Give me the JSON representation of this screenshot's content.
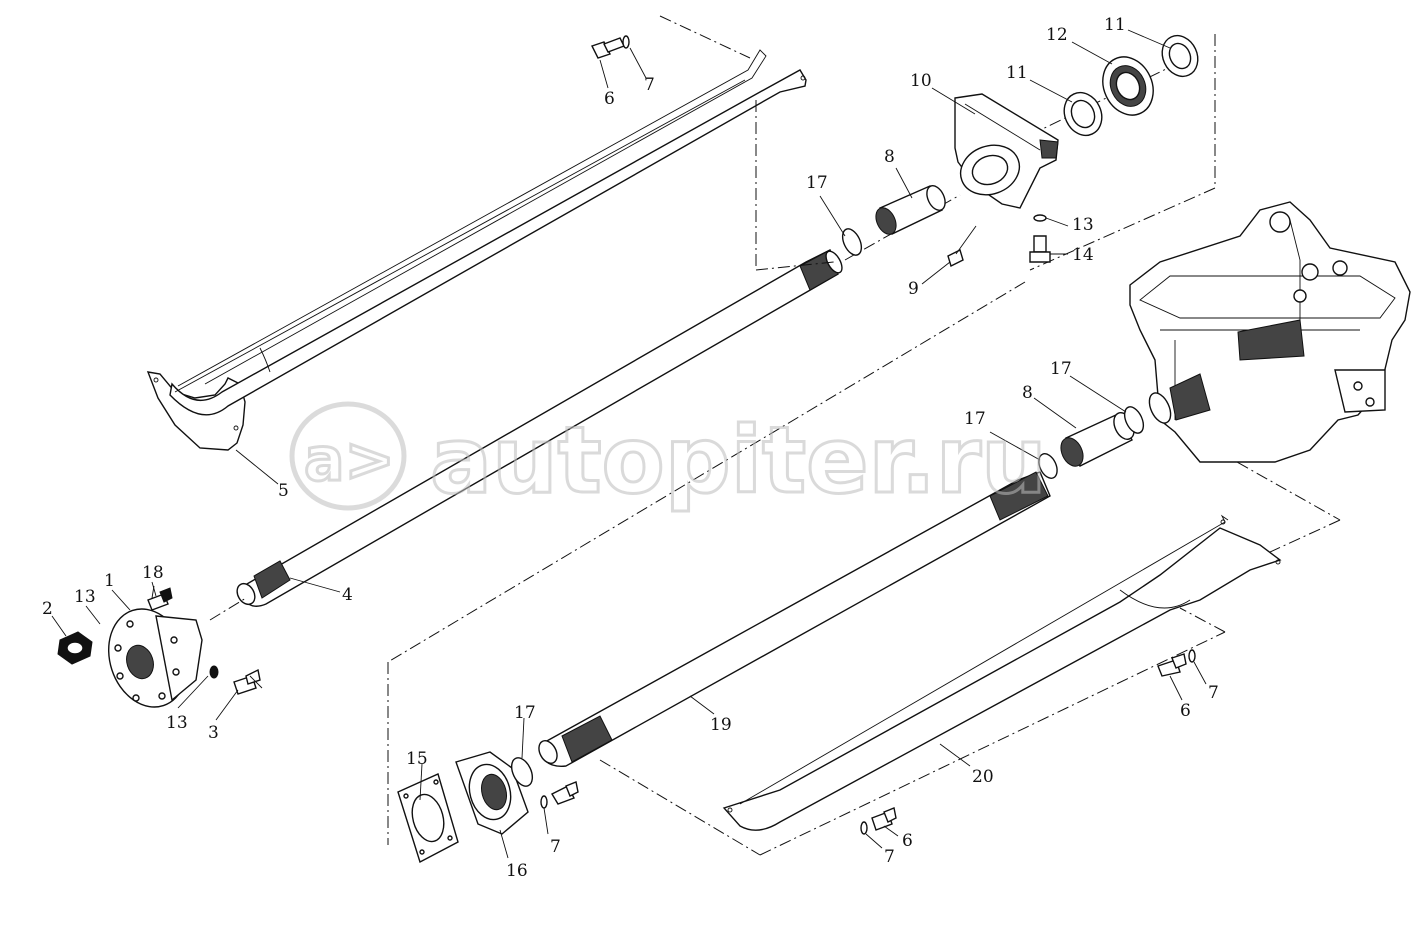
{
  "diagram": {
    "callouts": [
      {
        "id": "c1",
        "text": "1"
      },
      {
        "id": "c2",
        "text": "2"
      },
      {
        "id": "c3",
        "text": "3"
      },
      {
        "id": "c4",
        "text": "4"
      },
      {
        "id": "c5",
        "text": "5"
      },
      {
        "id": "c6a",
        "text": "6"
      },
      {
        "id": "c6b",
        "text": "6"
      },
      {
        "id": "c6c",
        "text": "6"
      },
      {
        "id": "c7a",
        "text": "7"
      },
      {
        "id": "c7b",
        "text": "7"
      },
      {
        "id": "c7c",
        "text": "7"
      },
      {
        "id": "c7d",
        "text": "7"
      },
      {
        "id": "c8a",
        "text": "8"
      },
      {
        "id": "c8b",
        "text": "8"
      },
      {
        "id": "c9",
        "text": "9"
      },
      {
        "id": "c10",
        "text": "10"
      },
      {
        "id": "c11a",
        "text": "11"
      },
      {
        "id": "c11b",
        "text": "11"
      },
      {
        "id": "c12",
        "text": "12"
      },
      {
        "id": "c13a",
        "text": "13"
      },
      {
        "id": "c13b",
        "text": "13"
      },
      {
        "id": "c13c",
        "text": "13"
      },
      {
        "id": "c14",
        "text": "14"
      },
      {
        "id": "c15",
        "text": "15"
      },
      {
        "id": "c16",
        "text": "16"
      },
      {
        "id": "c17a",
        "text": "17"
      },
      {
        "id": "c17b",
        "text": "17"
      },
      {
        "id": "c17c",
        "text": "17"
      },
      {
        "id": "c17d",
        "text": "17"
      },
      {
        "id": "c18",
        "text": "18"
      },
      {
        "id": "c19",
        "text": "19"
      },
      {
        "id": "c20",
        "text": "20"
      }
    ]
  },
  "watermark": {
    "glyph": "a>",
    "text": "autopiter.ru"
  }
}
